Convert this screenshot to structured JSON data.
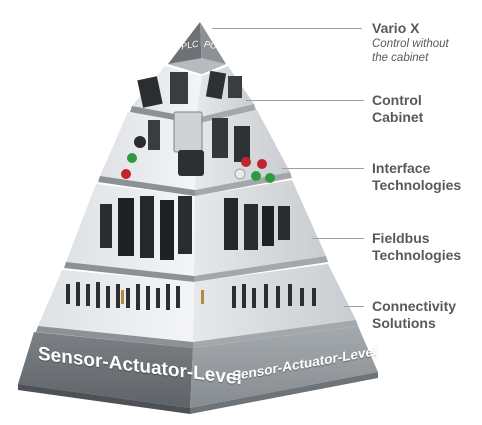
{
  "pyramid": {
    "apex_text_left": "PLC",
    "apex_text_right": "PC",
    "base_label_front": "Sensor-Actuator-Level",
    "base_label_side": "Sensor-Actuator-Level"
  },
  "labels": [
    {
      "title": "Vario X",
      "subtitle_line1": "Control without",
      "subtitle_line2": "the cabinet"
    },
    {
      "title_line1": "Control",
      "title_line2": "Cabinet"
    },
    {
      "title_line1": "Interface",
      "title_line2": "Technologies"
    },
    {
      "title_line1": "Fieldbus",
      "title_line2": "Technologies"
    },
    {
      "title_line1": "Connectivity",
      "title_line2": "Solutions"
    }
  ],
  "colors": {
    "label_text": "#555a5f",
    "leader_line": "#9aa0a6",
    "face_light": "#eef0f2",
    "face_mid": "#d7dadd",
    "face_dark": "#8f9499",
    "base_front": "#6f7479",
    "base_side": "#9ba0a5"
  }
}
